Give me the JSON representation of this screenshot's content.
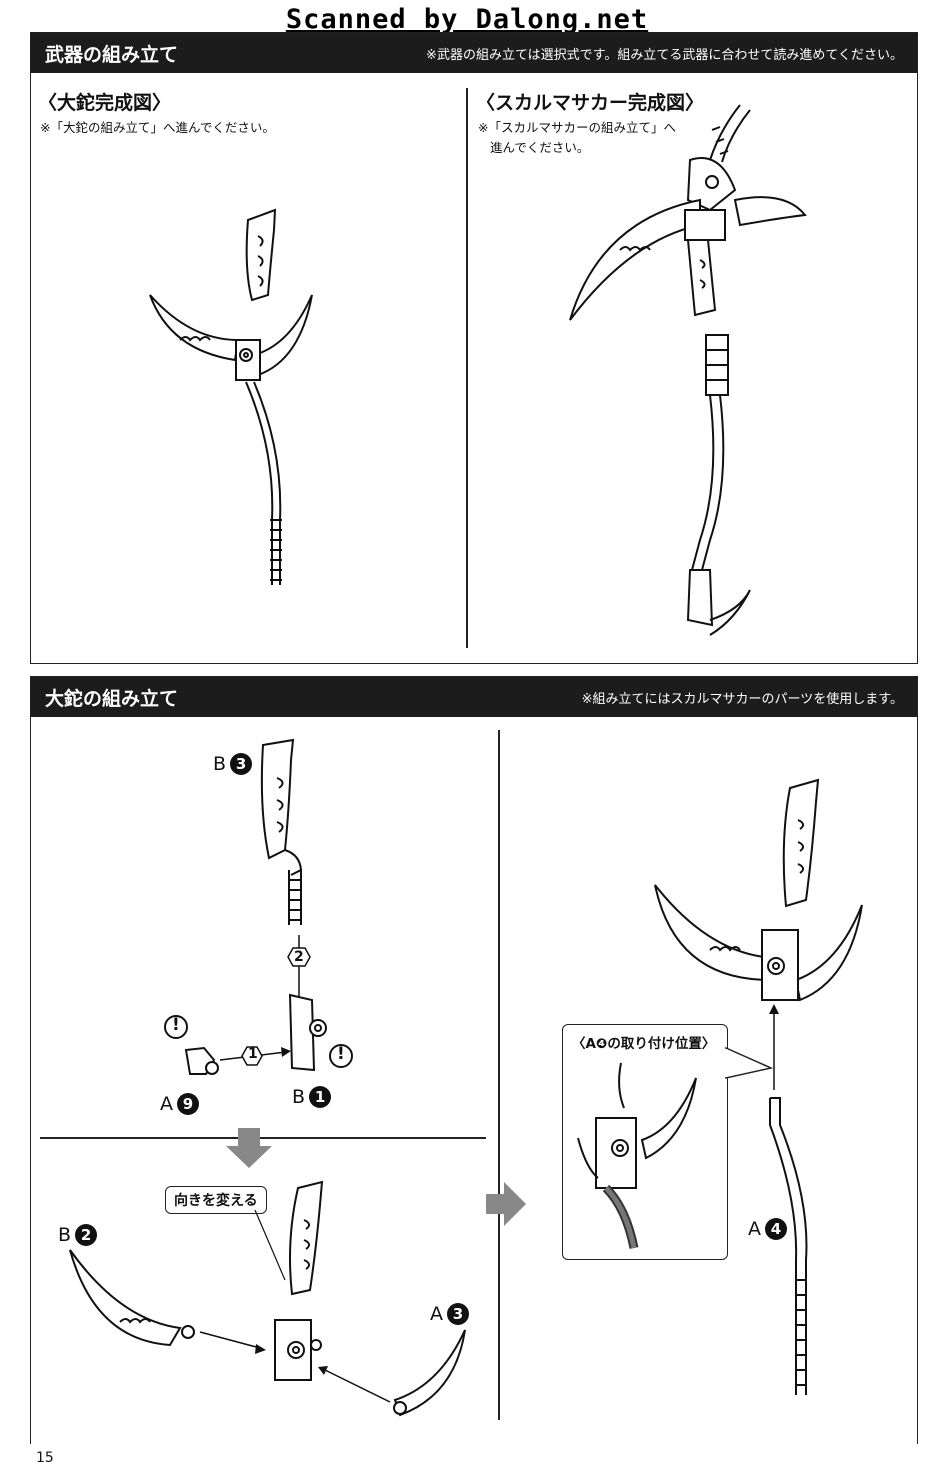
{
  "watermark": "Scanned by Dalong.net",
  "weapons_section": {
    "title": "武器の組み立て",
    "note": "※武器の組み立ては選択式です。組み立てる武器に合わせて読み進めてください。",
    "left": {
      "title": "〈大鉈完成図〉",
      "note": "※「大鉈の組み立て」へ進んでください。"
    },
    "right": {
      "title": "〈スカルマサカー完成図〉",
      "note_line1": "※「スカルマサカーの組み立て」へ",
      "note_line2": "進んでください。"
    }
  },
  "assembly_section": {
    "title": "大鉈の組み立て",
    "note": "※組み立てにはスカルマサカーのパーツを使用します。",
    "parts": {
      "b3": {
        "letter": "B",
        "num": "3"
      },
      "b1": {
        "letter": "B",
        "num": "1"
      },
      "a9": {
        "letter": "A",
        "num": "9"
      },
      "b2": {
        "letter": "B",
        "num": "2"
      },
      "a3": {
        "letter": "A",
        "num": "3"
      },
      "a4": {
        "letter": "A",
        "num": "4"
      }
    },
    "step1": "1",
    "step2": "2",
    "caution": "!",
    "orientation_label": "向きを変える",
    "position_label": "〈A❹の取り付け位置〉"
  },
  "page_number": "15"
}
